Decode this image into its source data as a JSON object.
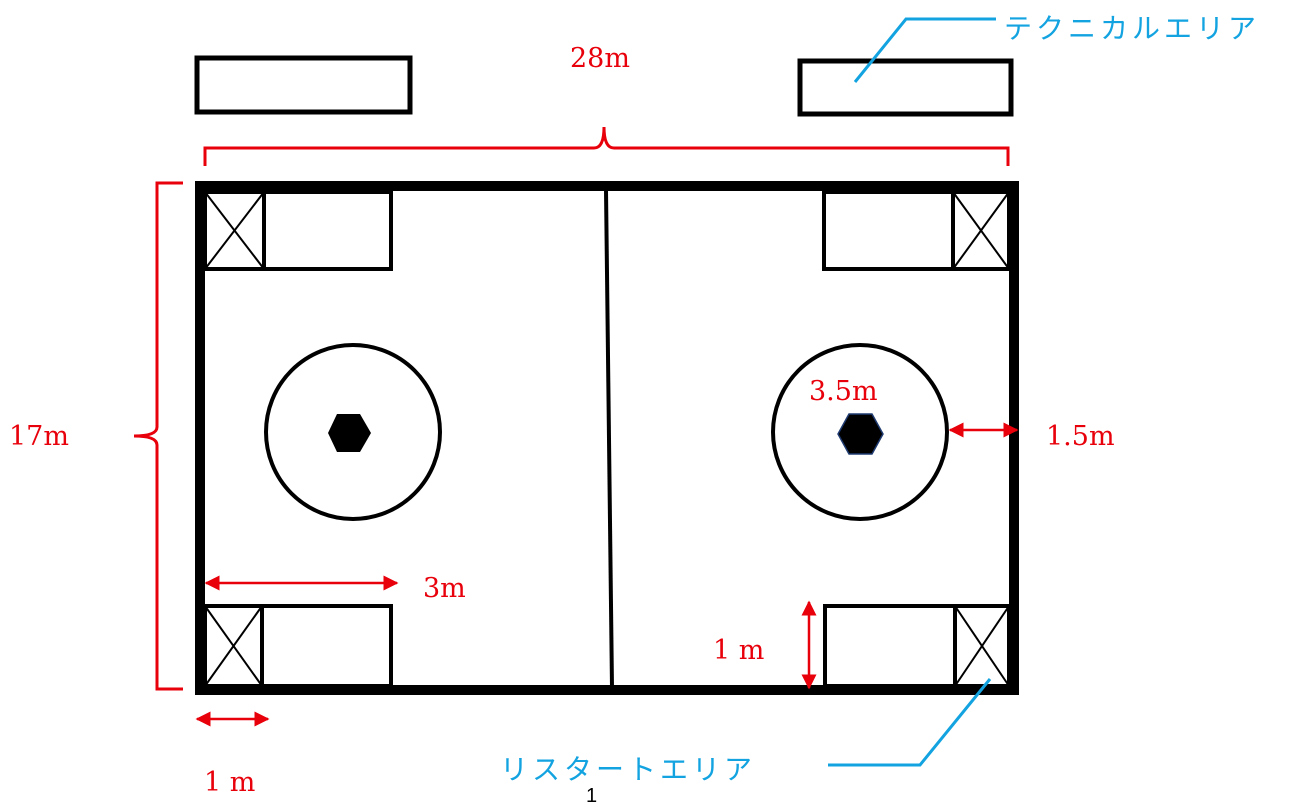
{
  "labels": {
    "length": "28m",
    "width": "17m",
    "circle_diameter": "3.5m",
    "circle_offset": "1.5m",
    "zone_length": "3m",
    "zone_depth": "1 m",
    "box_width": "1 m",
    "technical_area": "テクニカルエリア",
    "restart_area": "リスタートエリア",
    "page_number": "1"
  },
  "colors": {
    "dimension": "#e8000b",
    "callout": "#12a3e0",
    "outline": "#000000"
  }
}
